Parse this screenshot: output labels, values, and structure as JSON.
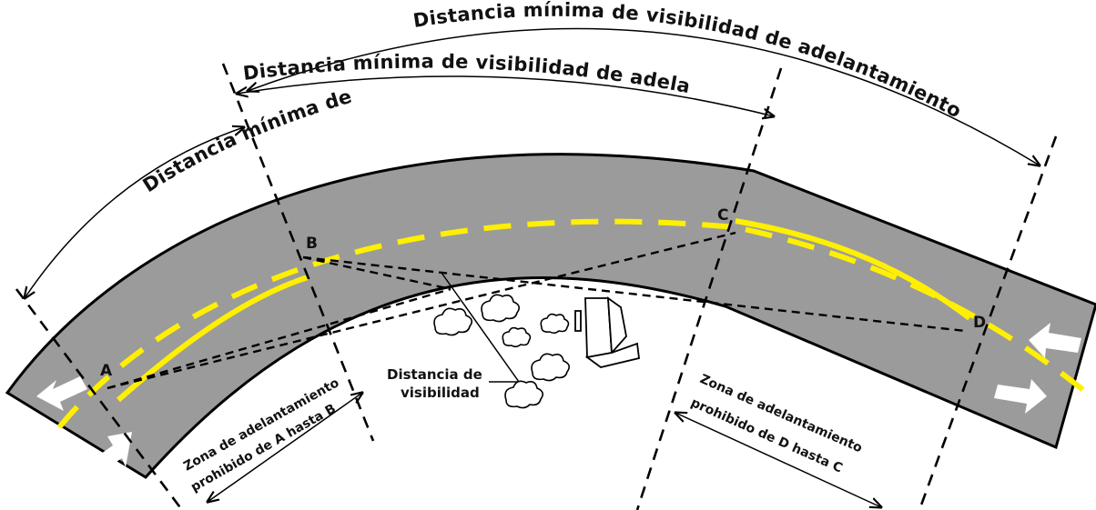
{
  "labels": {
    "outer_distance": "Distancia mínima de visibilidad de adelantamiento",
    "inner_distance": "Distancia mínima de visibilidad de adelantamiento",
    "left_distance": "Distancia mínima de visibilidad de adelantamiento",
    "sight_distance_line1": "Distancia de",
    "sight_distance_line2": "visibilidad",
    "zone_left_line1": "Zona de adelantamiento",
    "zone_left_line2": "prohibido de A hasta B",
    "zone_right_line1": "Zona de adelantamiento",
    "zone_right_line2": "prohibido de D hasta C"
  },
  "points": {
    "a": "A",
    "b": "B",
    "c": "C",
    "d": "D"
  },
  "colors": {
    "road": "#9b9b9b",
    "centerline": "#ffef00",
    "outline": "#000000"
  },
  "icons": [
    "arrow-left-icon",
    "arrow-right-icon",
    "bush-icon",
    "house-icon"
  ]
}
